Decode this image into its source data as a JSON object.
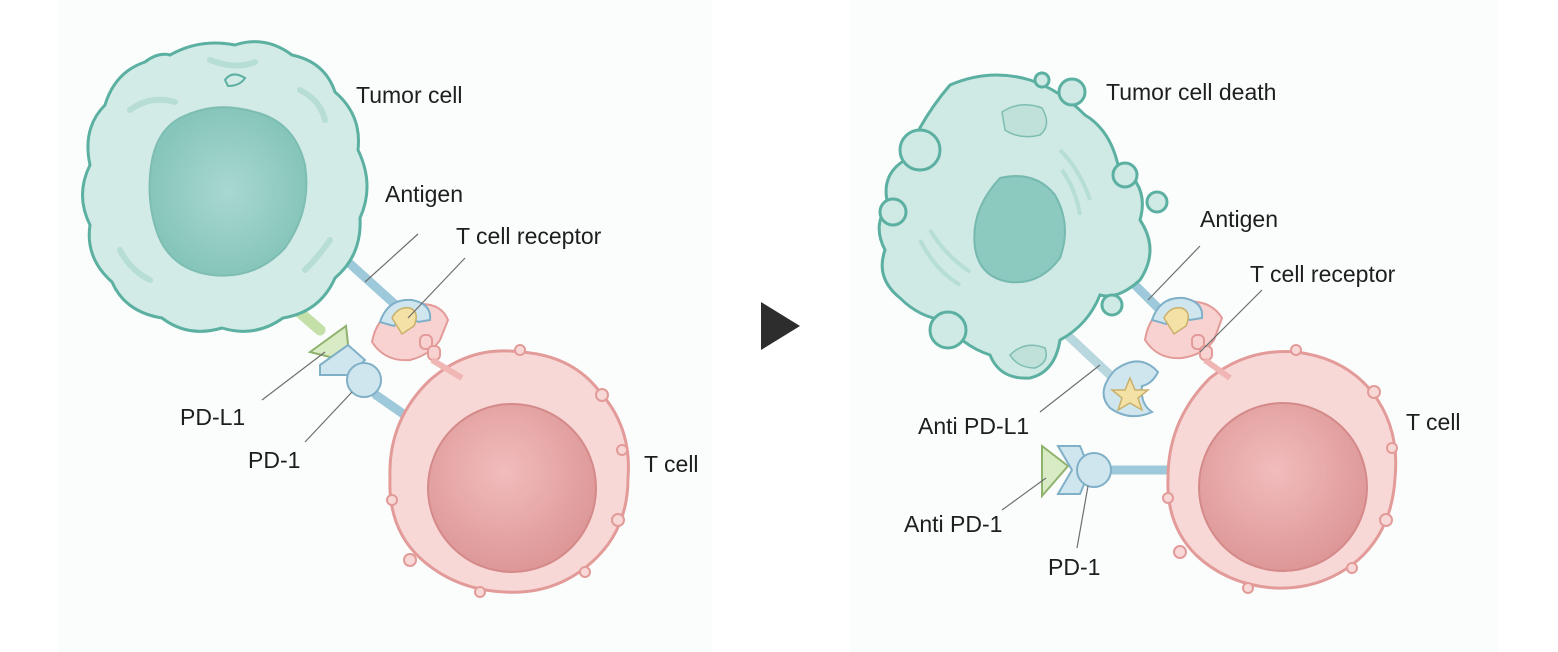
{
  "colors": {
    "tumor_fill": "#cfe9e4",
    "tumor_stroke": "#5bb0a2",
    "tumor_nucleus": "#8ccac0",
    "tcell_fill": "#f7d5d3",
    "tcell_stroke": "#e29b98",
    "tcell_nucleus": "#e5a4a4",
    "receptor_blue": "#cfe6ef",
    "receptor_blue_stroke": "#7fb0c8",
    "antigen_yellow": "#f3e1a6",
    "pdl1_green": "#d9ebc4",
    "link_blue": "#9dc9da",
    "arrow": "#2d2d2d"
  },
  "panels": {
    "before": {
      "labels": {
        "tumor_cell": "Tumor cell",
        "antigen": "Antigen",
        "t_cell_receptor": "T cell receptor",
        "pd_l1": "PD-L1",
        "pd_1": "PD-1",
        "t_cell": "T cell"
      }
    },
    "after": {
      "labels": {
        "tumor_cell_death": "Tumor cell death",
        "antigen": "Antigen",
        "t_cell_receptor": "T cell receptor",
        "anti_pd_l1": "Anti PD-L1",
        "anti_pd_1": "Anti PD-1",
        "pd_1": "PD-1",
        "t_cell": "T cell"
      }
    }
  },
  "icons": {
    "transition": "play-arrow-icon"
  }
}
